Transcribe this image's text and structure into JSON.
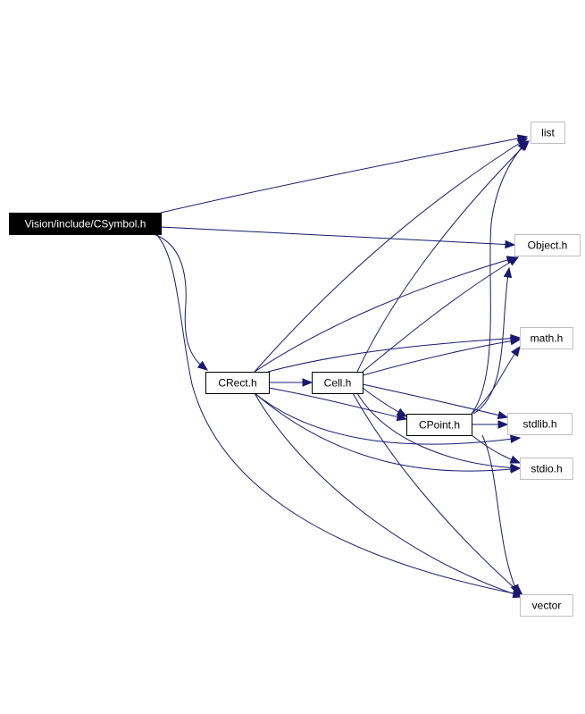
{
  "graph": {
    "root": "Vision/include/CSymbol.h",
    "nodes": [
      {
        "id": "csymbol",
        "label": "Vision/include/CSymbol.h",
        "kind": "root"
      },
      {
        "id": "crect",
        "label": "CRect.h",
        "kind": "local"
      },
      {
        "id": "cell",
        "label": "Cell.h",
        "kind": "local"
      },
      {
        "id": "cpoint",
        "label": "CPoint.h",
        "kind": "local"
      },
      {
        "id": "list",
        "label": "list",
        "kind": "external"
      },
      {
        "id": "object",
        "label": "Object.h",
        "kind": "external"
      },
      {
        "id": "math",
        "label": "math.h",
        "kind": "external"
      },
      {
        "id": "stdlib",
        "label": "stdlib.h",
        "kind": "external"
      },
      {
        "id": "stdio",
        "label": "stdio.h",
        "kind": "external"
      },
      {
        "id": "vector",
        "label": "vector",
        "kind": "external"
      }
    ],
    "edges": [
      {
        "from": "csymbol",
        "to": "list"
      },
      {
        "from": "csymbol",
        "to": "object"
      },
      {
        "from": "csymbol",
        "to": "crect"
      },
      {
        "from": "csymbol",
        "to": "vector"
      },
      {
        "from": "crect",
        "to": "list"
      },
      {
        "from": "crect",
        "to": "object"
      },
      {
        "from": "crect",
        "to": "math"
      },
      {
        "from": "crect",
        "to": "cell"
      },
      {
        "from": "crect",
        "to": "cpoint"
      },
      {
        "from": "crect",
        "to": "stdlib"
      },
      {
        "from": "crect",
        "to": "stdio"
      },
      {
        "from": "crect",
        "to": "vector"
      },
      {
        "from": "cell",
        "to": "list"
      },
      {
        "from": "cell",
        "to": "object"
      },
      {
        "from": "cell",
        "to": "math"
      },
      {
        "from": "cell",
        "to": "cpoint"
      },
      {
        "from": "cell",
        "to": "stdlib"
      },
      {
        "from": "cell",
        "to": "stdio"
      },
      {
        "from": "cell",
        "to": "vector"
      },
      {
        "from": "cpoint",
        "to": "list"
      },
      {
        "from": "cpoint",
        "to": "object"
      },
      {
        "from": "cpoint",
        "to": "math"
      },
      {
        "from": "cpoint",
        "to": "stdlib"
      },
      {
        "from": "cpoint",
        "to": "stdio"
      },
      {
        "from": "cpoint",
        "to": "vector"
      }
    ],
    "colors": {
      "edge": "#191970",
      "root_fill": "#000000",
      "root_text": "#ffffff",
      "external_border": "#bfbfbf",
      "local_border": "#000000"
    }
  }
}
